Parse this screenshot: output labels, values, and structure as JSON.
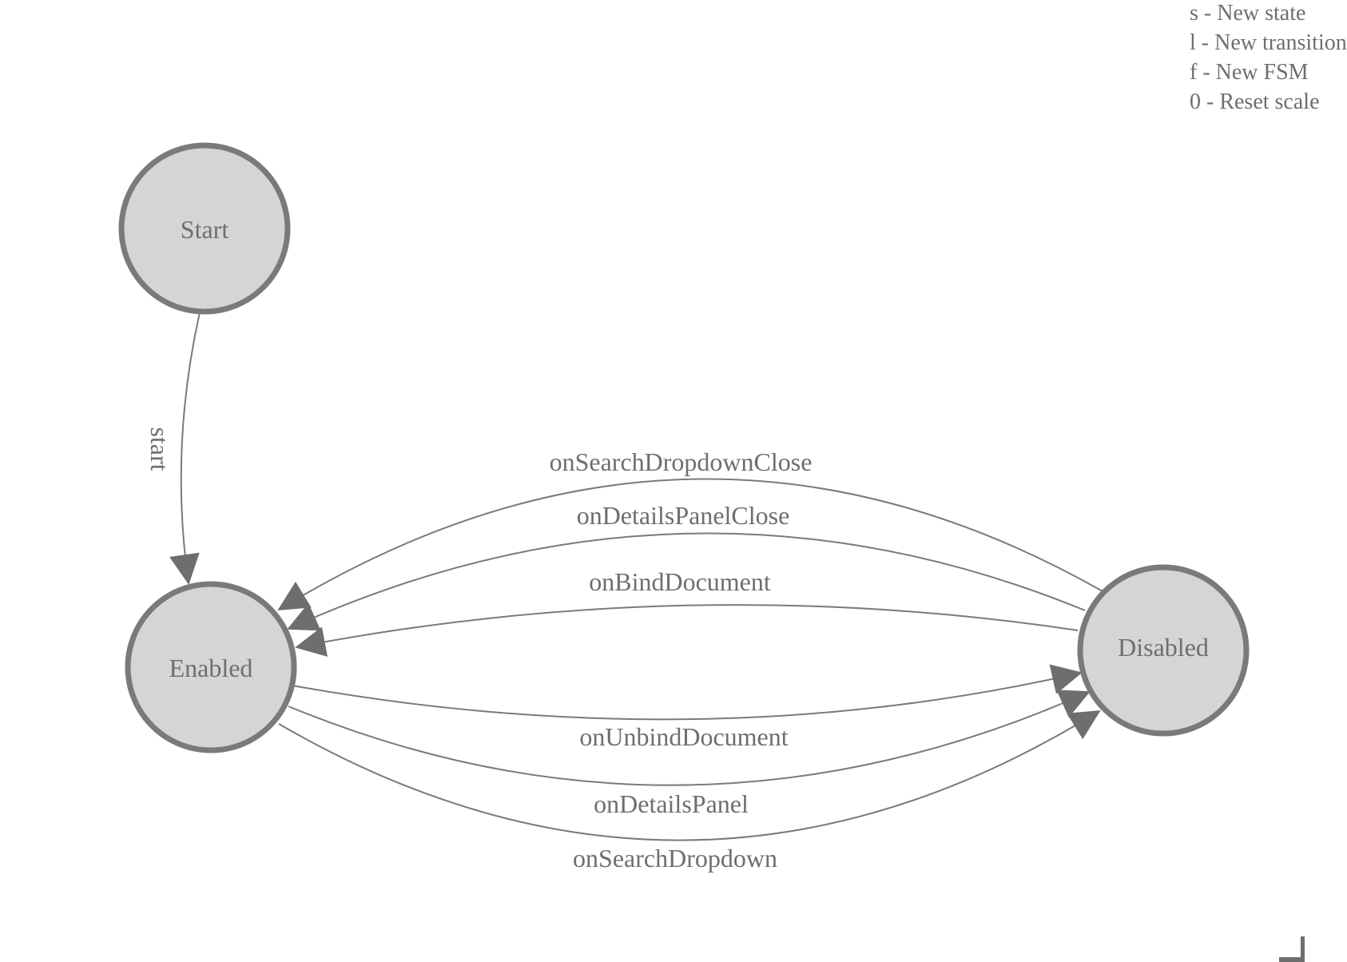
{
  "colors": {
    "canvas_bg": "#ffffff",
    "node_fill": "#d5d5d5",
    "node_stroke": "#7a7a7a",
    "edge_color": "#7a7a7a",
    "arrow_color": "#6e6e6e",
    "text_color": "#6e6e6e"
  },
  "legend": {
    "items": [
      "s - New state",
      "l - New transition",
      "f - New FSM",
      "0 - Reset scale"
    ]
  },
  "nodes": [
    {
      "id": "start",
      "label": "Start"
    },
    {
      "id": "enabled",
      "label": "Enabled"
    },
    {
      "id": "disabled",
      "label": "Disabled"
    }
  ],
  "edges": [
    {
      "label": "start",
      "from": "Start",
      "to": "Enabled"
    },
    {
      "label": "onSearchDropdownClose",
      "from": "Disabled",
      "to": "Enabled"
    },
    {
      "label": "onDetailsPanelClose",
      "from": "Disabled",
      "to": "Enabled"
    },
    {
      "label": "onBindDocument",
      "from": "Disabled",
      "to": "Enabled"
    },
    {
      "label": "onUnbindDocument",
      "from": "Enabled",
      "to": "Disabled"
    },
    {
      "label": "onDetailsPanel",
      "from": "Enabled",
      "to": "Disabled"
    },
    {
      "label": "onSearchDropdown",
      "from": "Enabled",
      "to": "Disabled"
    }
  ]
}
